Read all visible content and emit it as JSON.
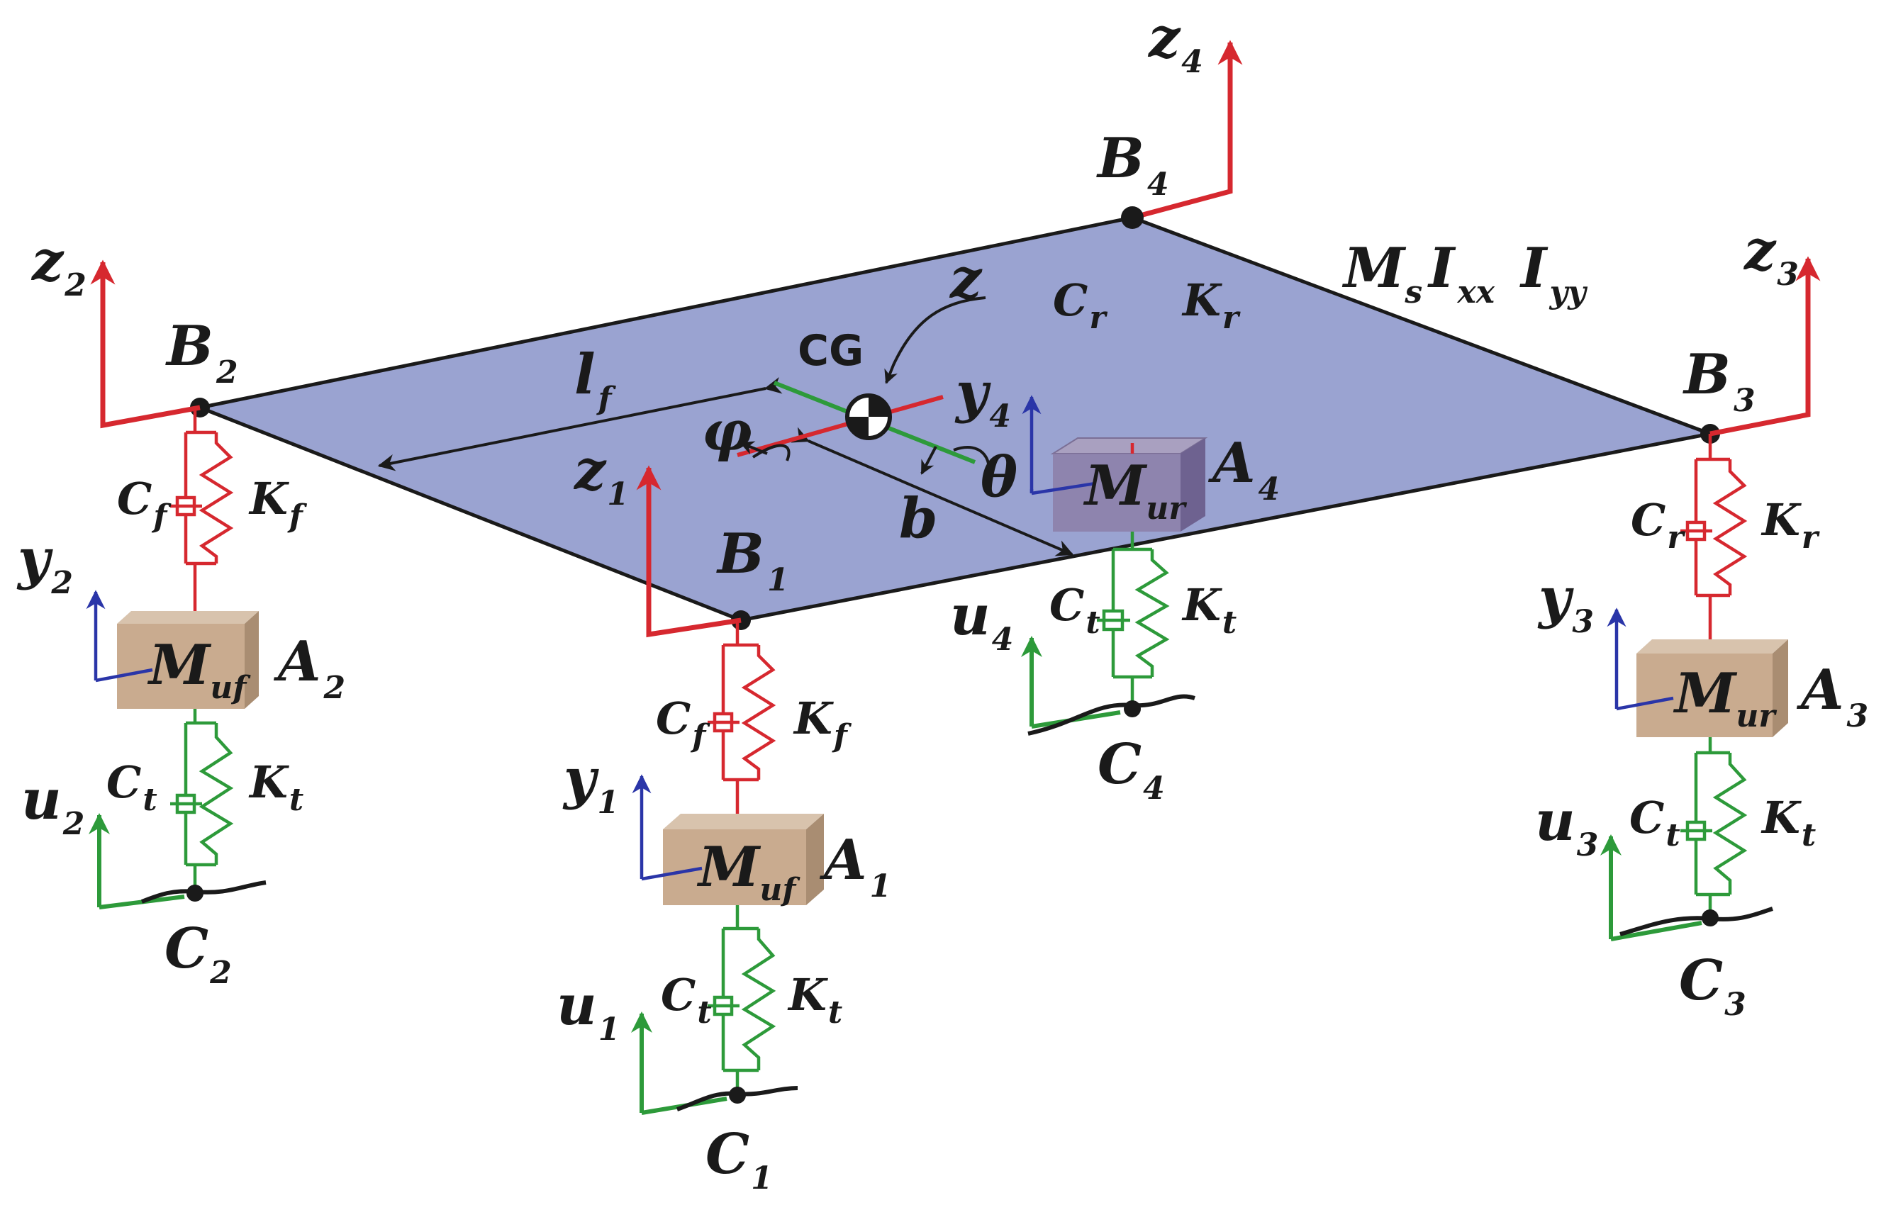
{
  "colors": {
    "plate": "#9aa3d1",
    "plate_edge": "#1a1a1a",
    "suspension": "#d6282f",
    "tire": "#2d9a3a",
    "local_axis": "#2a35a8",
    "front_mass": "#c9ab8f",
    "rear_mass_hidden": "#8c80a8"
  },
  "body": {
    "cg_label": "CG",
    "z_label": "z",
    "mass_symbol": "M",
    "mass_sub": "s",
    "ixx_symbol": "I",
    "ixx_sub": "xx",
    "iyy_symbol": "I",
    "iyy_sub": "yy",
    "lf_symbol": "l",
    "lf_sub": "f",
    "b_label": "b",
    "phi_label": "φ",
    "theta_label": "θ"
  },
  "corners": [
    {
      "z_symbol": "z",
      "z_sub": "1",
      "B_symbol": "B",
      "B_sub": "1",
      "Cs_symbol": "C",
      "Cs_sub": "f",
      "Ks_symbol": "K",
      "Ks_sub": "f",
      "y_symbol": "y",
      "y_sub": "1",
      "M_symbol": "M",
      "M_sub": "uf",
      "A_symbol": "A",
      "A_sub": "1",
      "Ct_symbol": "C",
      "Ct_sub": "t",
      "Kt_symbol": "K",
      "Kt_sub": "t",
      "u_symbol": "u",
      "u_sub": "1",
      "C_symbol": "C",
      "C_sub": "1"
    },
    {
      "z_symbol": "z",
      "z_sub": "2",
      "B_symbol": "B",
      "B_sub": "2",
      "Cs_symbol": "C",
      "Cs_sub": "f",
      "Ks_symbol": "K",
      "Ks_sub": "f",
      "y_symbol": "y",
      "y_sub": "2",
      "M_symbol": "M",
      "M_sub": "uf",
      "A_symbol": "A",
      "A_sub": "2",
      "Ct_symbol": "C",
      "Ct_sub": "t",
      "Kt_symbol": "K",
      "Kt_sub": "t",
      "u_symbol": "u",
      "u_sub": "2",
      "C_symbol": "C",
      "C_sub": "2"
    },
    {
      "z_symbol": "z",
      "z_sub": "3",
      "B_symbol": "B",
      "B_sub": "3",
      "Cs_symbol": "C",
      "Cs_sub": "r",
      "Ks_symbol": "K",
      "Ks_sub": "r",
      "y_symbol": "y",
      "y_sub": "3",
      "M_symbol": "M",
      "M_sub": "ur",
      "A_symbol": "A",
      "A_sub": "3",
      "Ct_symbol": "C",
      "Ct_sub": "t",
      "Kt_symbol": "K",
      "Kt_sub": "t",
      "u_symbol": "u",
      "u_sub": "3",
      "C_symbol": "C",
      "C_sub": "3"
    },
    {
      "z_symbol": "z",
      "z_sub": "4",
      "B_symbol": "B",
      "B_sub": "4",
      "Cs_symbol": "C",
      "Cs_sub": "r",
      "Ks_symbol": "K",
      "Ks_sub": "r",
      "y_symbol": "y",
      "y_sub": "4",
      "M_symbol": "M",
      "M_sub": "ur",
      "A_symbol": "A",
      "A_sub": "4",
      "Ct_symbol": "C",
      "Ct_sub": "t",
      "Kt_symbol": "K",
      "Kt_sub": "t",
      "u_symbol": "u",
      "u_sub": "4",
      "C_symbol": "C",
      "C_sub": "4"
    }
  ]
}
